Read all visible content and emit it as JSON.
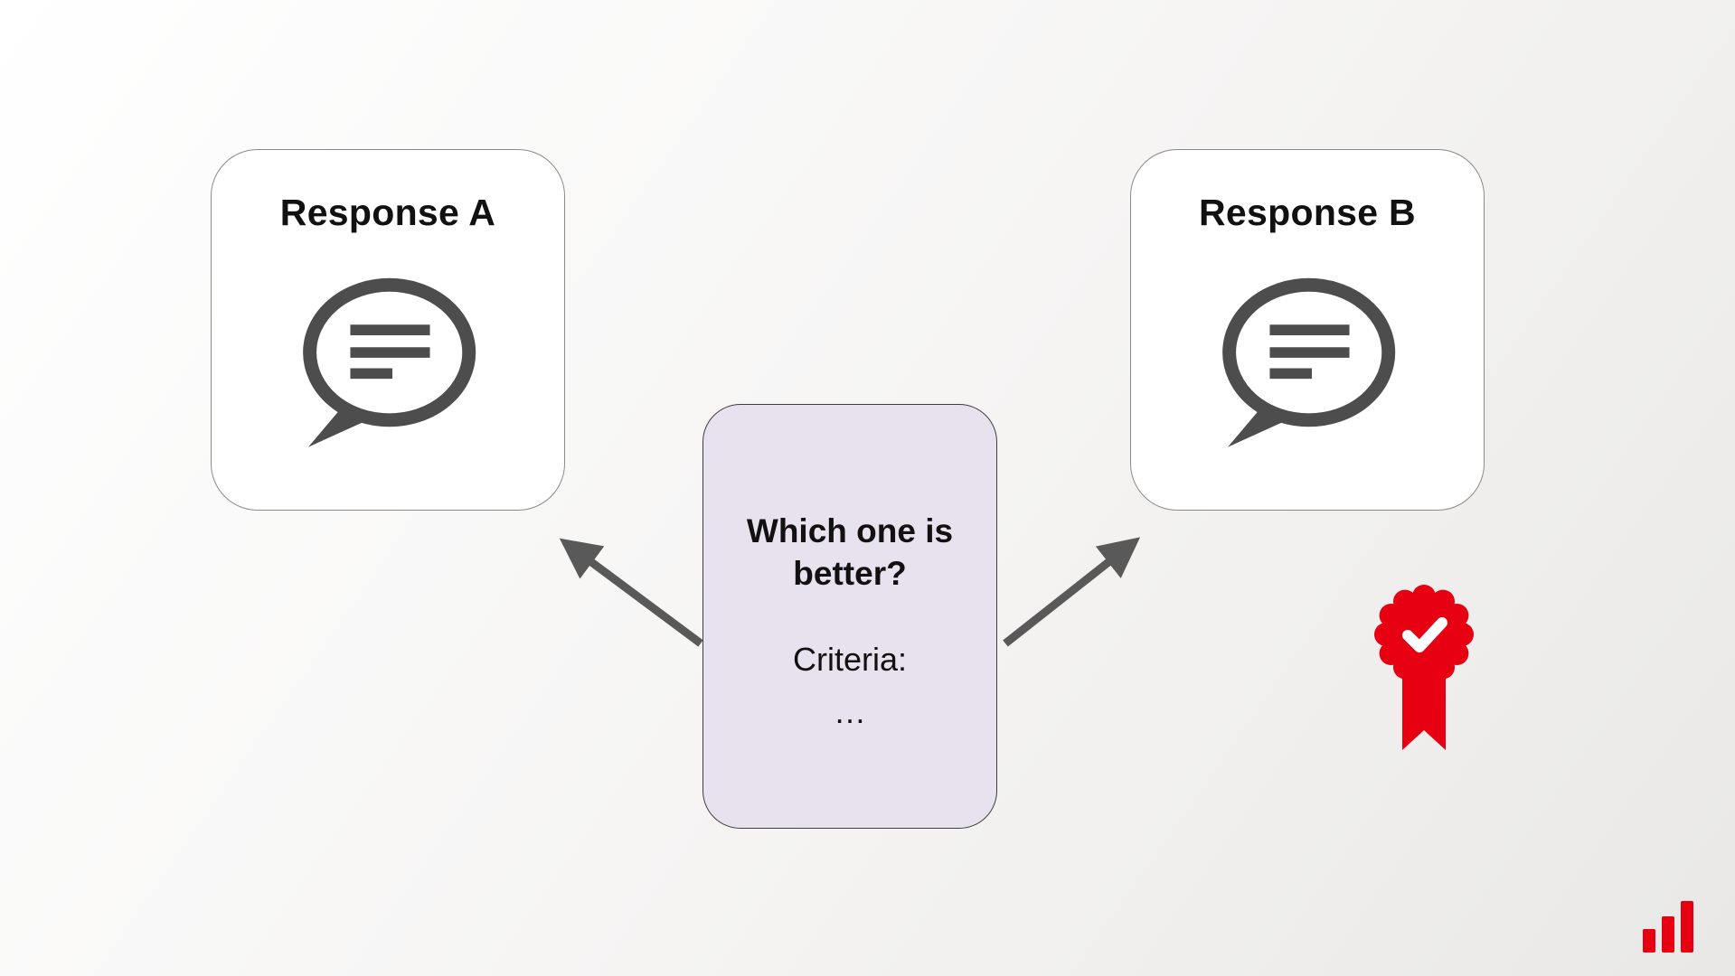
{
  "response_a": {
    "title": "Response A"
  },
  "response_b": {
    "title": "Response B"
  },
  "question_box": {
    "question": "Which one is better?",
    "criteria_label": "Criteria:",
    "ellipsis": "…"
  },
  "icons": {
    "card_a_icon": "speech-bubble-icon",
    "card_b_icon": "speech-bubble-icon",
    "winner_badge": "award-ribbon-check-icon",
    "bottom_right_logo": "bar-chart-logo-icon"
  },
  "colors": {
    "card_background": "#ffffff",
    "card_border": "#8a8a8a",
    "question_box_background": "#e8e1ee",
    "question_box_border": "#3f3f3f",
    "arrow": "#595959",
    "icon_dark": "#4d4d4d",
    "badge_red": "#e60012",
    "logo_red": "#e60012",
    "text": "#111111"
  }
}
